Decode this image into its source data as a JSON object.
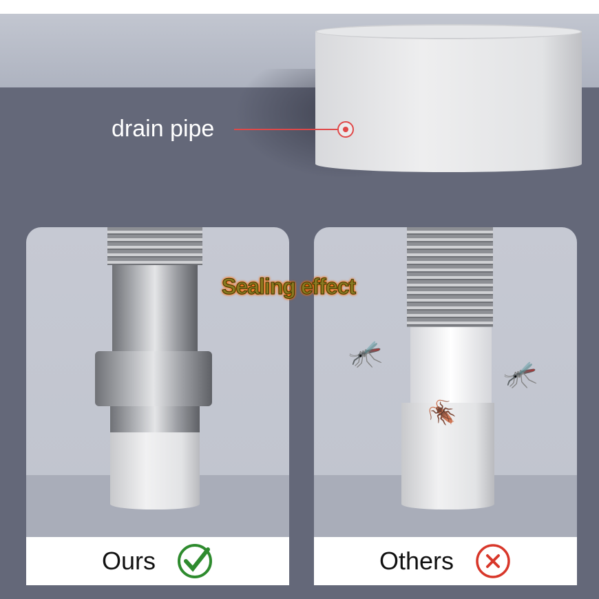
{
  "pipe_label": "drain pipe",
  "title": "Sealing effect",
  "ours": {
    "label": "Ours",
    "icon": "check-circle-icon",
    "color": "#2e8b2e"
  },
  "others": {
    "label": "Others",
    "icon": "x-circle-icon",
    "color": "#d8372a"
  }
}
